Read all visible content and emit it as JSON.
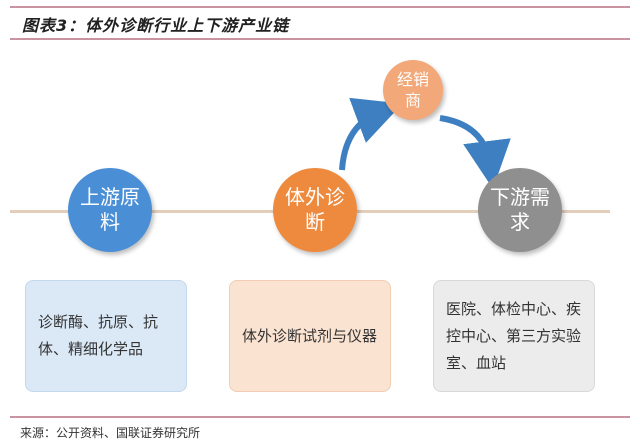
{
  "title": "图表3：体外诊断行业上下游产业链",
  "source": "来源：公开资料、国联证券研究所",
  "nodes": {
    "upstream": "上游原料",
    "ivd": "体外诊断",
    "downstream": "下游需求",
    "distributor": "经销商"
  },
  "boxes": {
    "upstream": "诊断酶、抗原、抗体、精细化学品",
    "ivd": "体外诊断试剂与仪器",
    "downstream": "医院、体检中心、疾控中心、第三方实验室、血站"
  },
  "colors": {
    "blue": "#4a8fd6",
    "orange": "#ee8a3e",
    "gray": "#8f8f8f",
    "distributor": "#f2a878"
  }
}
